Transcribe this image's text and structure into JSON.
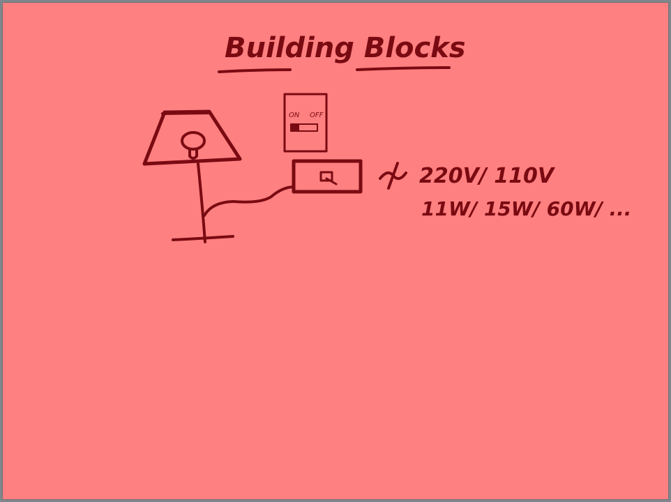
{
  "title": "Building Blocks",
  "switch": {
    "on_label": "ON",
    "off_label": "OFF"
  },
  "specs": {
    "voltage": "220V/ 110V",
    "wattage": "11W/ 15W/ 60W/ ..."
  },
  "colors": {
    "background": "#ff8080",
    "ink": "#7a0a12",
    "frame": "#7f868c"
  },
  "icons": {
    "lamp": "lamp-drawing",
    "switch": "wall-switch-drawing",
    "socket": "socket-drawing",
    "ac_symbol": "ac-tilde-symbol"
  }
}
